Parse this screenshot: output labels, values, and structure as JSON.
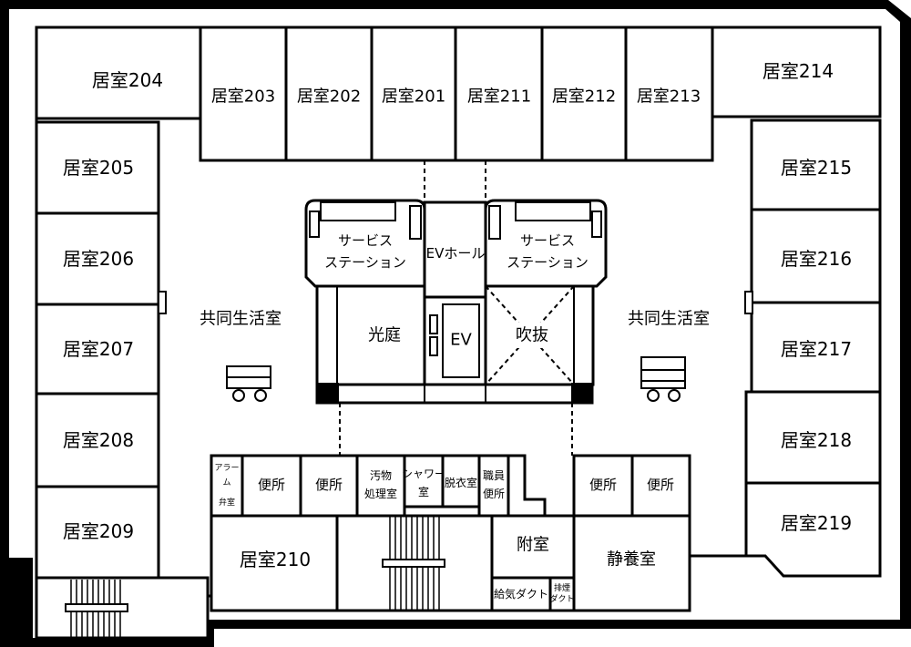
{
  "rooms": {
    "r204": "居室204",
    "r203": "居室203",
    "r202": "居室202",
    "r201": "居室201",
    "r211": "居室211",
    "r212": "居室212",
    "r213": "居室213",
    "r214": "居室214",
    "r205": "居室205",
    "r206": "居室206",
    "r207": "居室207",
    "r208": "居室208",
    "r209": "居室209",
    "r210": "居室210",
    "r215": "居室215",
    "r216": "居室216",
    "r217": "居室217",
    "r218": "居室218",
    "r219": "居室219"
  },
  "areas": {
    "common_left": "共同生活室",
    "common_right": "共同生活室",
    "service_left_1": "サービス",
    "service_left_2": "ステーション",
    "service_right_1": "サービス",
    "service_right_2": "ステーション",
    "ev_hall": "EVホール",
    "courtyard": "光庭",
    "ev": "EV",
    "atrium": "吹抜",
    "alarm_1": "アラー",
    "alarm_2": "ム",
    "alarm_3": "弁室",
    "toilet_1": "便所",
    "toilet_2": "便所",
    "toilet_3": "便所",
    "toilet_4": "便所",
    "waste_1": "汚物",
    "waste_2": "処理室",
    "shower_1": "シャワー",
    "shower_2": "室",
    "changing": "脱衣室",
    "staff_1": "職員",
    "staff_2": "便所",
    "annex": "附室",
    "rest": "静養室",
    "supply_duct": "給気ダクト",
    "exhaust_1": "排煙",
    "exhaust_2": "ダクト"
  }
}
